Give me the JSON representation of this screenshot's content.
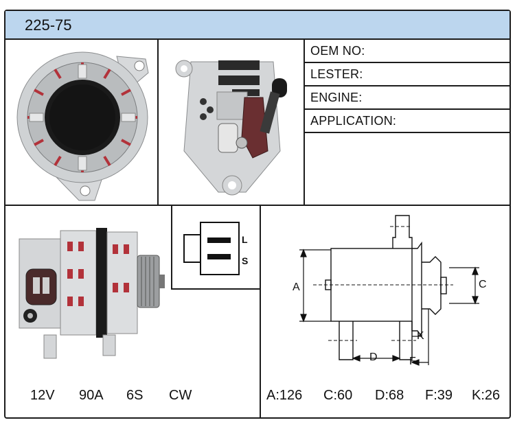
{
  "header": {
    "part_number": "225-75"
  },
  "info_fields": [
    {
      "label": "OEM NO:"
    },
    {
      "label": "LESTER:"
    },
    {
      "label": "ENGINE:"
    },
    {
      "label": "APPLICATION:"
    }
  ],
  "connector": {
    "pin_top": "L",
    "pin_bottom": "S"
  },
  "specs": {
    "voltage": "12V",
    "current": "90A",
    "pulley": "6S",
    "rotation": "CW"
  },
  "dimension_labels": {
    "a": "A",
    "c": "C",
    "d": "D",
    "f": "F",
    "k": "K"
  },
  "dimensions": {
    "a": "A:126",
    "c": "C:60",
    "d": "D:68",
    "f": "F:39",
    "k": "K:26"
  },
  "colors": {
    "header_bg": "#bcd6ee",
    "border": "#1b1b1b",
    "housing": "#d8dadc",
    "rotor": "#1a1a1a",
    "winding": "#b2323a"
  }
}
